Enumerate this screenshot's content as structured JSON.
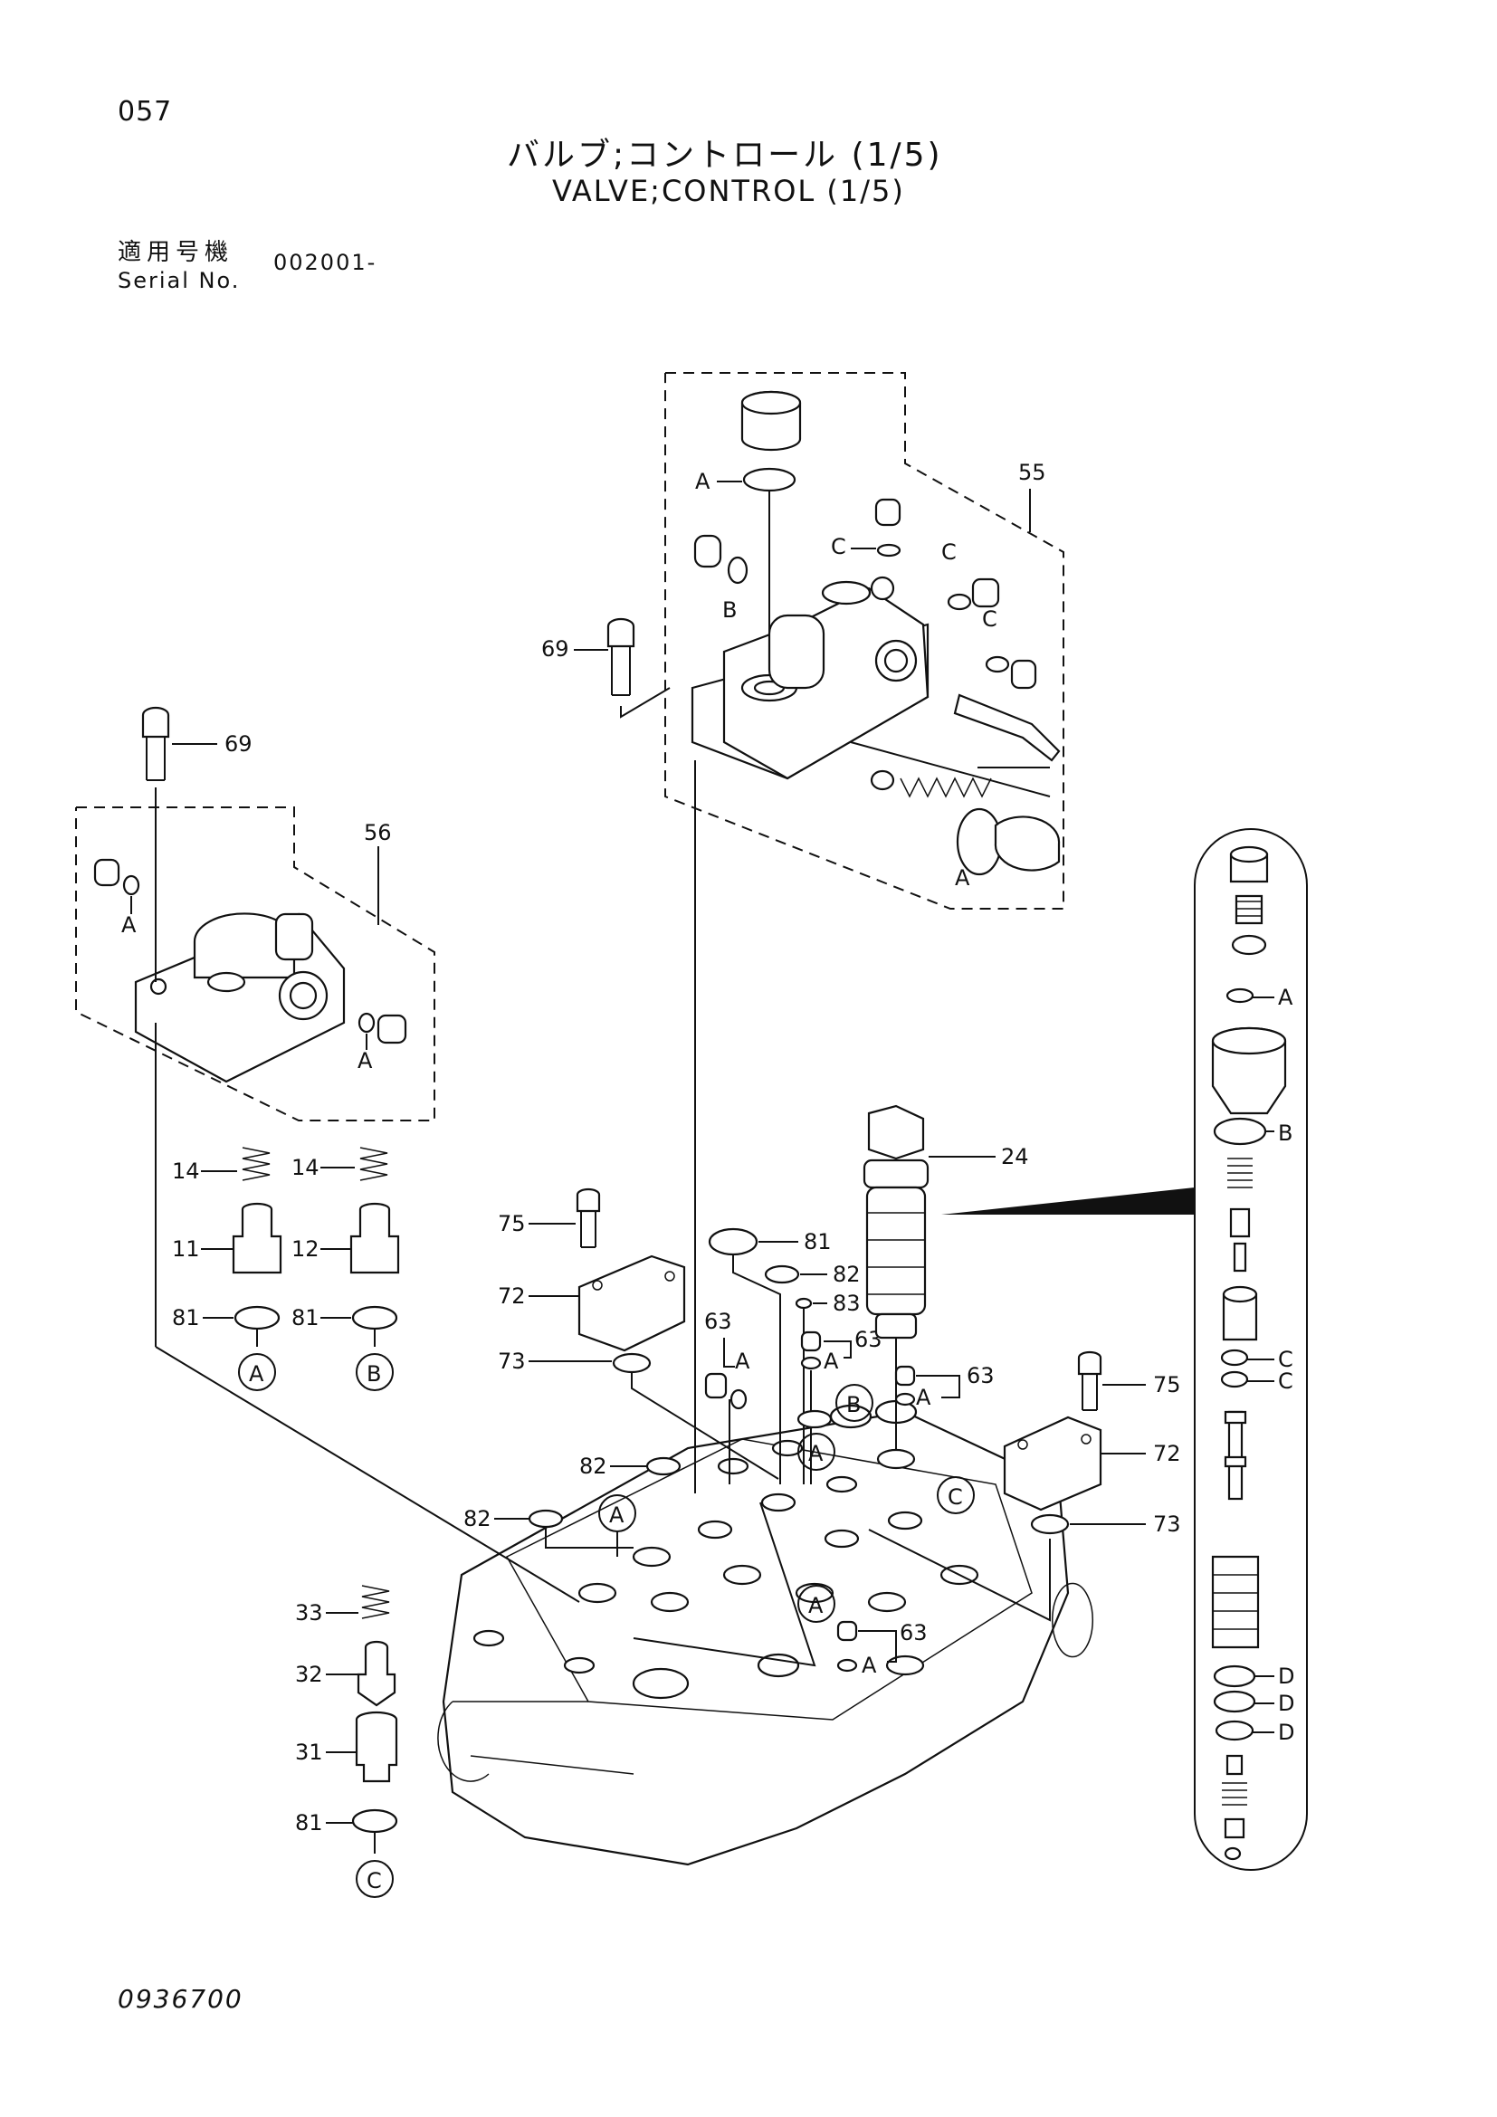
{
  "header": {
    "page_number": "057",
    "title_jp": "バルブ;コントロール (1/5)",
    "title_en": "VALVE;CONTROL (1/5)",
    "serial_label_jp": "適用号機",
    "serial_label_en": "Serial No.",
    "serial_value": "002001-"
  },
  "footer": {
    "document_number": "0936700"
  },
  "callouts": {
    "c55": "55",
    "c56": "56",
    "c69a": "69",
    "c69b": "69",
    "c24": "24",
    "c14a": "14",
    "c14b": "14",
    "c11": "11",
    "c12": "12",
    "c81a": "81",
    "c81b": "81",
    "c81c": "81",
    "c81d": "81",
    "c75a": "75",
    "c75b": "75",
    "c72a": "72",
    "c72b": "72",
    "c73a": "73",
    "c73b": "73",
    "c82a": "82",
    "c82b": "82",
    "c82c": "82",
    "c83": "83",
    "c63a": "63",
    "c63b": "63",
    "c63c": "63",
    "c63d": "63",
    "c33": "33",
    "c32": "32",
    "c31": "31"
  },
  "letters": {
    "A": "A",
    "B": "B",
    "C": "C",
    "D": "D"
  }
}
